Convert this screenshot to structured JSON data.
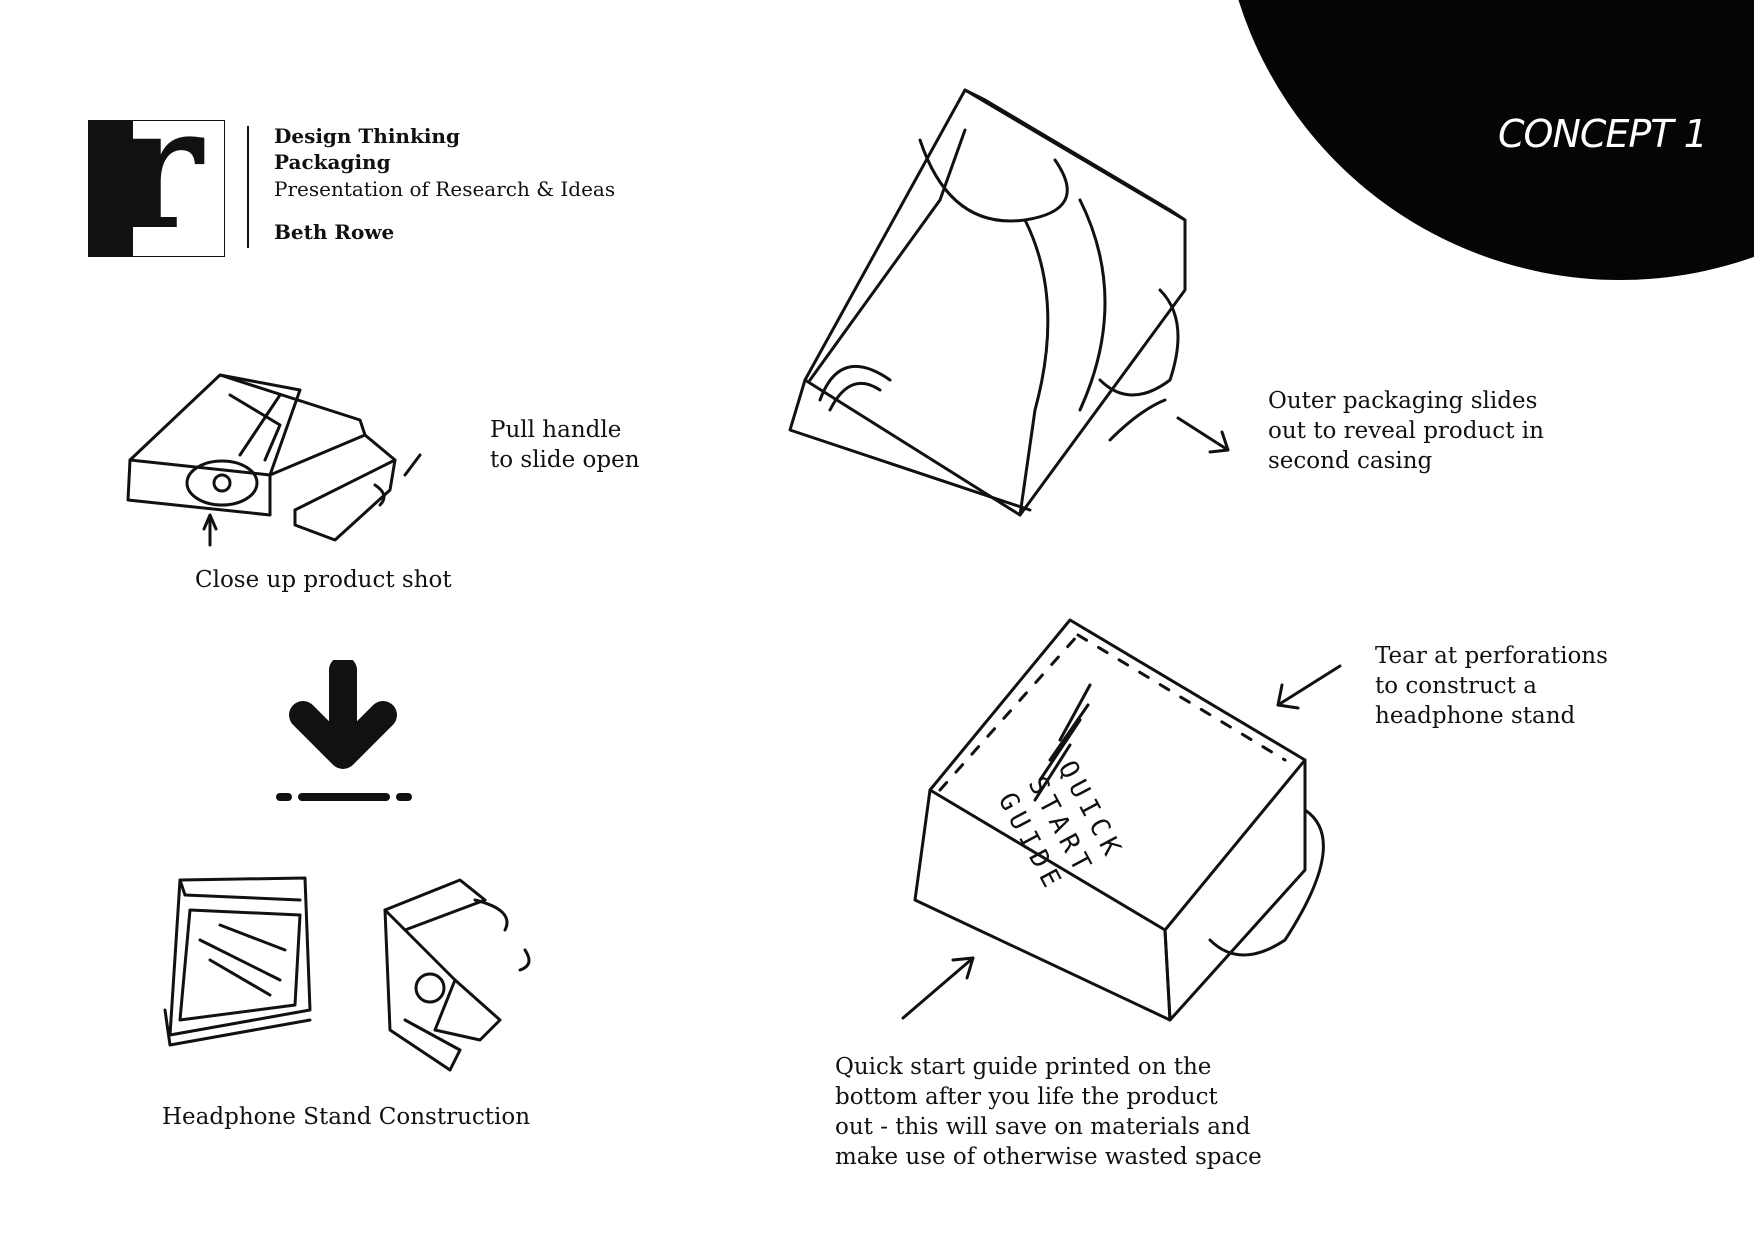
{
  "header": {
    "logo_letter": "r",
    "title_line1": "Design Thinking",
    "title_line2": "Packaging",
    "subtitle": "Presentation of Research & Ideas",
    "author": "Beth Rowe"
  },
  "concept_label": "CONCEPT 1",
  "captions": {
    "pull_handle": "Pull handle\nto slide open",
    "close_up": "Close up product shot",
    "stand_construction": "Headphone Stand Construction",
    "outer_packaging": "Outer packaging slides\nout to reveal product in\nsecond casing",
    "tear_perforations": "Tear at perforations\nto construct a\nheadphone stand",
    "quick_start": "Quick start guide printed on the\nbottom after you life the product\nout - this will save on materials and\nmake use of otherwise wasted space"
  },
  "box_print": {
    "line1": "QUICK",
    "line2": "START",
    "line3": "GUIDE"
  },
  "colors": {
    "background": "#ffffff",
    "ink": "#111111",
    "badge": "#050505"
  },
  "icons": [
    "download-arrow-icon"
  ]
}
